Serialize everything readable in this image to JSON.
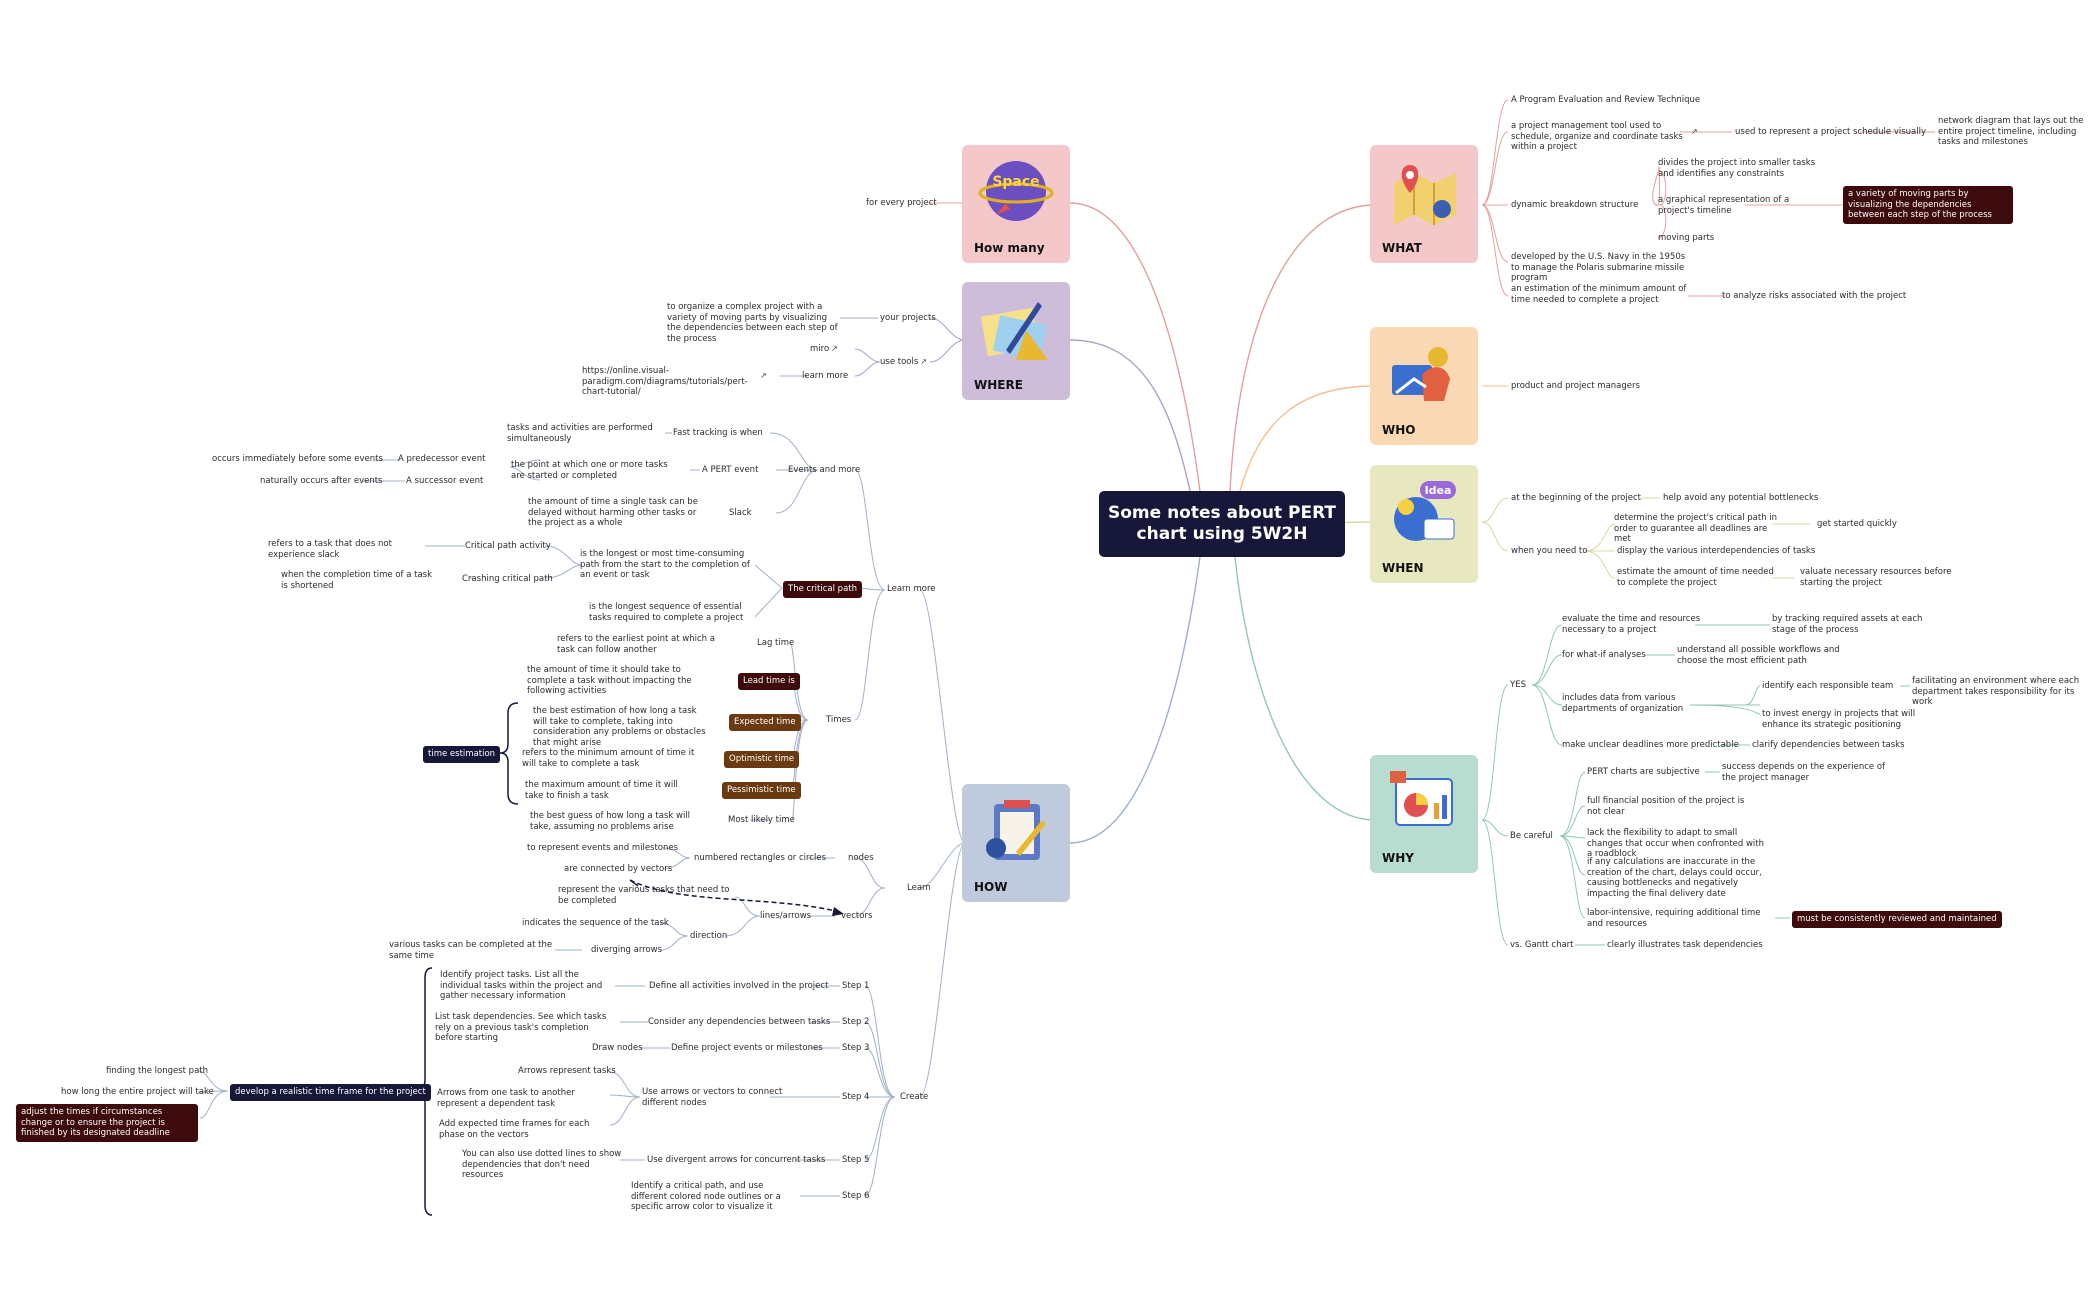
{
  "root": {
    "title": "Some notes about PERT chart using 5W2H"
  },
  "cards": {
    "how_many": "How many",
    "where": "WHERE",
    "how": "HOW",
    "what": "WHAT",
    "who": "WHO",
    "when": "WHEN",
    "why": "WHY",
    "space_logo": "Space",
    "idea_logo": "Idea"
  },
  "how_many": {
    "for_every": "for every project"
  },
  "where": {
    "your_projects": "your projects",
    "your_projects_desc": "to organize a complex project with a variety of moving parts by visualizing the dependencies between each step of the process",
    "use_tools": "use tools",
    "miro": "miro",
    "learn_more": "learn more",
    "url": "https://online.visual-paradigm.com/diagrams/tutorials/pert-chart-tutorial/"
  },
  "how": {
    "learn_more": "Learn more",
    "events_more": "Events and more",
    "fast_tracking": "Fast tracking is when",
    "fast_tracking_desc": "tasks and activities are performed simultaneously",
    "pert_event": "A PERT event",
    "pert_event_desc": "the point at which one or more tasks are started or completed",
    "predecessor": "A predecessor event",
    "predecessor_desc": "occurs immediately before some events",
    "successor": "A successor event",
    "successor_desc": "naturally occurs after events",
    "slack": "Slack",
    "slack_desc": "the amount of time a single task can be delayed without harming other tasks or the project as a whole",
    "critical_path": "The critical path",
    "cp_desc1": "is the longest or most time-consuming path from the start to the completion of an event or task",
    "cp_activity": "Critical path activity",
    "cp_activity_desc": "refers to a task that does not experience slack",
    "crashing": "Crashing critical path",
    "crashing_desc": "when the completion time of a task is shortened",
    "cp_desc2": "is the longest sequence of essential tasks required to complete a project",
    "times": "Times",
    "lag_time": "Lag time",
    "lag_desc": "refers to the earliest point at which a task can follow another",
    "lead_time": "Lead time is",
    "lead_desc": "the amount of time it should take to complete a task without impacting the following activities",
    "expected_time": "Expected time",
    "expected_desc": "the best estimation of how long a task will take to complete, taking into consideration any problems or obstacles that might arise",
    "optimistic_time": "Optimistic time",
    "optimistic_desc": "refers to the minimum amount of time it will take to complete a task",
    "pessimistic_time": "Pessimistic time",
    "pessimistic_desc": "the maximum amount of time it will take to finish a task",
    "most_likely": "Most likely time",
    "most_likely_desc": "the best guess of how long a task will take, assuming no problems arise",
    "time_estimation": "time estimation",
    "learn": "Learn",
    "nodes": "nodes",
    "numbered_rect": "numbered rectangles or circles",
    "represent_events": "to represent events and milestones",
    "connected_vectors": "are connected by vectors",
    "vectors": "vectors",
    "lines_arrows": "lines/arrows",
    "represent_tasks": "represent the various tasks that need to be completed",
    "direction": "direction",
    "indicates_sequence": "indicates the sequence of the task",
    "diverging": "diverging arrows",
    "diverging_desc": "various tasks can be completed at the same time",
    "create": "Create",
    "step1": "Step 1",
    "step1_label": "Define all activities involved in the project",
    "step1_desc": "Identify project tasks. List all the individual tasks within the project and gather necessary information",
    "step2": "Step 2",
    "step2_label": "Consider any dependencies between tasks",
    "step2_desc": "List task dependencies. See which tasks rely on a previous task's completion before starting",
    "step3": "Step 3",
    "step3_label": "Define project events or milestones",
    "step3_desc": "Draw nodes",
    "step4": "Step 4",
    "step4_label": "Use arrows or vectors to connect different nodes",
    "step4_desc1": "Arrows represent tasks",
    "step4_desc2": "Arrows from one task to another represent a dependent task",
    "step4_desc3": "Add expected time frames for each phase on the vectors",
    "step5": "Step 5",
    "step5_label": "Use divergent arrows for concurrent tasks",
    "step5_desc": "You can also use dotted lines to show dependencies that don't need resources",
    "step6": "Step 6",
    "step6_desc": "Identify a critical path, and use different colored node outlines or a specific arrow color to visualize it",
    "timeframe": "develop a realistic time frame for the project",
    "longest_path": "finding the longest path",
    "how_long": "how long the entire project will take",
    "adjust": "adjust the times if circumstances change or to ensure the project is finished by its designated deadline"
  },
  "what": {
    "pert_full": "A Program Evaluation and Review Technique",
    "tool": "a project management tool used to schedule, organize and coordinate tasks within a project",
    "used_to": "used to represent a project schedule visually",
    "network": "network diagram that lays out the entire project timeline, including tasks and milestones",
    "dynamic": "dynamic breakdown structure",
    "divides": "divides the project into smaller tasks and identifies any constraints",
    "graphical": "a graphical representation of a project's timeline",
    "variety": "a variety of moving parts by visualizing the dependencies between each step of the process",
    "moving_parts": "moving parts",
    "navy": "developed by the U.S. Navy in the 1950s to manage the Polaris submarine missile program",
    "estimation": "an estimation of the minimum amount of time needed to complete a project",
    "analyze": "to analyze risks associated with the project"
  },
  "who": {
    "managers": "product and project managers"
  },
  "when": {
    "beginning": "at the beginning of the project",
    "bottlenecks": "help avoid any potential bottlenecks",
    "when_need": "when you need to",
    "determine": "determine the project's critical path in order to guarantee all deadlines are met",
    "get_started": "get started quickly",
    "display": "display the various interdependencies of tasks",
    "estimate": "estimate the amount of time needed to complete the project",
    "valuate": "valuate necessary resources before starting the project"
  },
  "why": {
    "yes": "YES",
    "evaluate": "evaluate the time and resources necessary to a project",
    "tracking": "by tracking required assets at each stage of the process",
    "what_if": "for what-if analyses",
    "understand": "understand all possible workflows and choose the most efficient path",
    "includes": "includes data from various departments of organization",
    "identify_team": "identify each responsible team",
    "facilitating": "facilitating an environment where each department takes responsibility for its work",
    "invest": "to invest energy in projects that will enhance its strategic positioning",
    "unclear": "make unclear deadlines more predictable",
    "clarify": "clarify dependencies between tasks",
    "careful": "Be careful",
    "subjective": "PERT charts are subjective",
    "success": "success depends on the experience of the project manager",
    "financial": "full financial position of the project is not clear",
    "flexibility": "lack the flexibility to adapt to small changes that occur when confronted with a roadblock",
    "calculations": "if any calculations are inaccurate in the creation of the chart, delays could occur, causing bottlenecks and negatively impacting the final delivery date",
    "labor": "labor-intensive, requiring additional time and resources",
    "reviewed": "must be consistently reviewed and maintained",
    "gantt": "vs. Gantt chart",
    "illustrates": "clearly illustrates task dependencies"
  }
}
